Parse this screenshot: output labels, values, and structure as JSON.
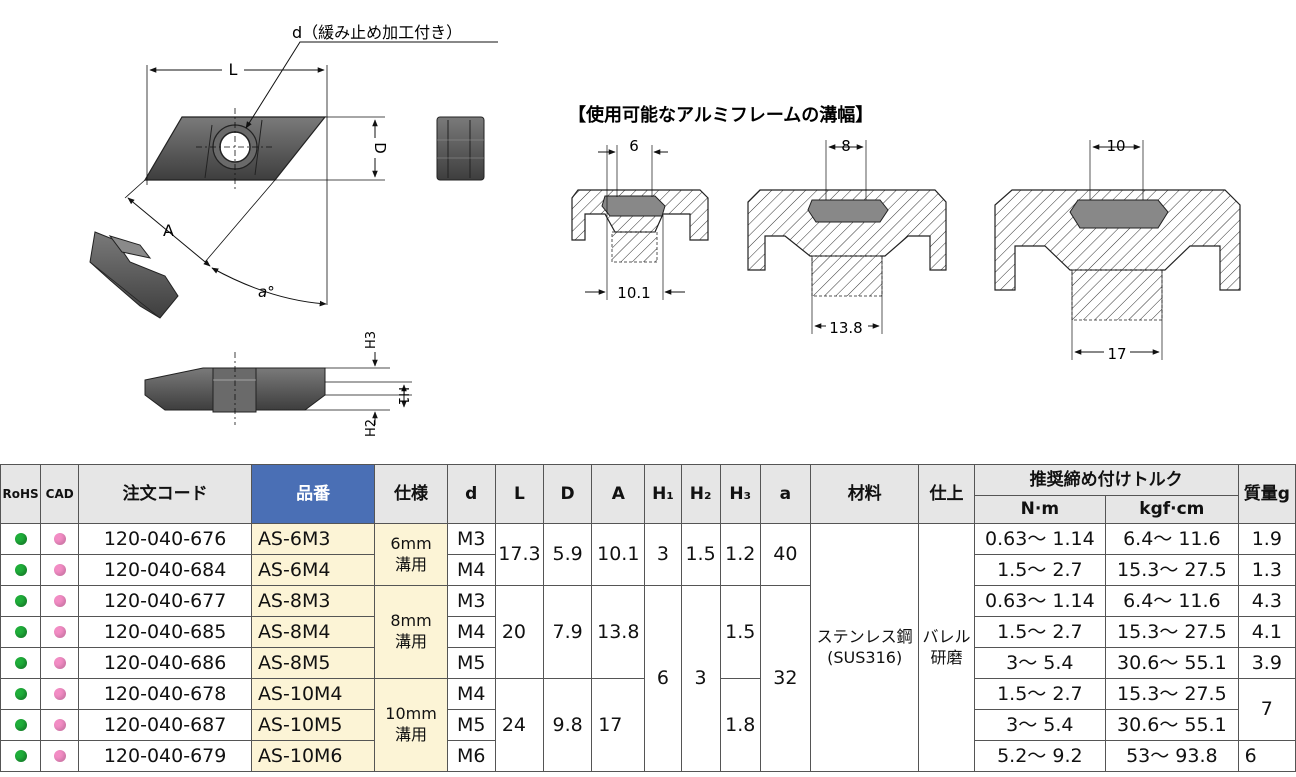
{
  "drawing": {
    "d_note": "d（緩み止め加工付き）",
    "dim_L": "L",
    "dim_D": "D",
    "dim_A": "A",
    "dim_a": "a°",
    "dim_H3": "H3",
    "dim_H1": "H1",
    "dim_H2": "H2"
  },
  "frames": {
    "title": "【使用可能なアルミフレームの溝幅】",
    "f6": {
      "top": "6",
      "bottom": "10.1"
    },
    "f8": {
      "top": "8",
      "bottom": "13.8"
    },
    "f10": {
      "top": "10",
      "bottom": "17"
    }
  },
  "table": {
    "headers": {
      "rohs": "RoHS",
      "cad": "CAD",
      "order_code": "注文コード",
      "part_no": "品番",
      "spec": "仕様",
      "d": "d",
      "L": "L",
      "D": "D",
      "A": "A",
      "H1": "H₁",
      "H2": "H₂",
      "H3": "H₃",
      "a": "a",
      "material": "材料",
      "finish": "仕上",
      "torque": "推奨締め付けトルク",
      "nm": "N·m",
      "kgf": "kgf·cm",
      "mass": "質量g"
    },
    "rows": [
      {
        "code": "120-040-676",
        "part": "AS-6M3",
        "d": "M3",
        "nm": "0.63～ 1.14",
        "kgf": "6.4～ 11.6"
      },
      {
        "code": "120-040-684",
        "part": "AS-6M4",
        "d": "M4",
        "nm": "1.5～ 2.7",
        "kgf": "15.3～ 27.5"
      },
      {
        "code": "120-040-677",
        "part": "AS-8M3",
        "d": "M3",
        "nm": "0.63～ 1.14",
        "kgf": "6.4～ 11.6"
      },
      {
        "code": "120-040-685",
        "part": "AS-8M4",
        "d": "M4",
        "nm": "1.5～ 2.7",
        "kgf": "15.3～ 27.5"
      },
      {
        "code": "120-040-686",
        "part": "AS-8M5",
        "d": "M5",
        "nm": "3～ 5.4",
        "kgf": "30.6～ 55.1"
      },
      {
        "code": "120-040-678",
        "part": "AS-10M4",
        "d": "M4",
        "nm": "1.5～ 2.7",
        "kgf": "15.3～ 27.5"
      },
      {
        "code": "120-040-687",
        "part": "AS-10M5",
        "d": "M5",
        "nm": "3～ 5.4",
        "kgf": "30.6～ 55.1"
      },
      {
        "code": "120-040-679",
        "part": "AS-10M6",
        "d": "M6",
        "nm": "5.2～ 9.2",
        "kgf": "53～ 93.8"
      }
    ],
    "groups": {
      "g6": {
        "spec1": "6mm",
        "spec2": "溝用",
        "L": "17.3",
        "D": "5.9",
        "A": "10.1",
        "H1": "3",
        "H2": "1.5",
        "H3": "1.2",
        "a": "40",
        "mass1": "1.9",
        "mass2": "1.3"
      },
      "g8": {
        "spec1": "8mm",
        "spec2": "溝用",
        "L": "20",
        "D": "7.9",
        "A": "13.8",
        "H3": "1.5",
        "mass1": "4.3",
        "mass2": "4.1",
        "mass3": "3.9"
      },
      "g10": {
        "spec1": "10mm",
        "spec2": "溝用",
        "L": "24",
        "D": "9.8",
        "A": "17",
        "H3": "1.8",
        "mass1": "7",
        "mass2": "6"
      },
      "shared": {
        "H1": "6",
        "H2": "3",
        "a": "32",
        "material1": "ステンレス鋼",
        "material2": "(SUS316)",
        "finish1": "バレル",
        "finish2": "研磨"
      }
    }
  },
  "colors": {
    "part_header": "#4a6fb5",
    "part_cell": "#fcf4d6",
    "rohs": "#1fae3a",
    "cad": "#f28cc4",
    "metal": "#5a5a5a"
  }
}
